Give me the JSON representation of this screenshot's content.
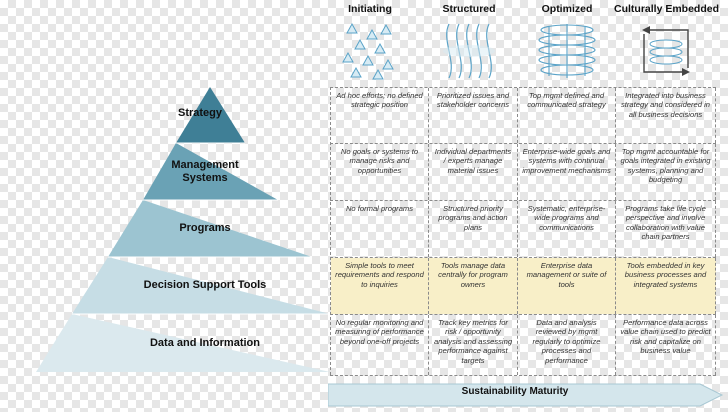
{
  "pyramid": {
    "tiers": [
      {
        "label": "Strategy",
        "color": "#3f7f96"
      },
      {
        "label": "Management Systems",
        "color": "#6aa2b5"
      },
      {
        "label": "Programs",
        "color": "#9cc4d1"
      },
      {
        "label": "Decision Support Tools",
        "color": "#c6dde5"
      },
      {
        "label": "Data and Information",
        "color": "#dbe9ee"
      }
    ]
  },
  "columns": [
    {
      "label": "Initiating",
      "icon": "scattered-triangles-icon"
    },
    {
      "label": "Structured",
      "icon": "aligned-waves-icon"
    },
    {
      "label": "Optimized",
      "icon": "spiral-coil-icon"
    },
    {
      "label": "Culturally Embedded",
      "icon": "cycle-arrows-icon"
    }
  ],
  "rows": [
    [
      "Ad hoc efforts; no defined strategic position",
      "Prioritized issues and stakeholder concerns",
      "Top mgmt defined and communicated strategy",
      "Integrated into business strategy and considered in all business decisions"
    ],
    [
      "No goals or systems to manage risks and opportunities",
      "Individual departments / experts manage material issues",
      "Enterprise-wide goals and systems with continual improvement mechanisms",
      "Top mgmt accountable for goals integrated in existing systems, planning and budgeting"
    ],
    [
      "No formal programs",
      "Structured priority programs and action plans",
      "Systematic, enterprise-wide programs and communications",
      "Programs take life cycle perspective and involve collaboration with value chain partners"
    ],
    [
      "Simple tools to meet requirements and respond to inquiries",
      "Tools manage data centrally for program owners",
      "Enterprise data management or suite of tools",
      "Tools embedded in key business processes and integrated systems"
    ],
    [
      "No regular monitoring and measuring of performance beyond one-off projects",
      "Track key metrics for risk / opportunity analysis and assessing performance against targets",
      "Data and analysis reviewed by mgmt regularly to optimize processes and performance",
      "Performance data across value chain used to predict risk and capitalize on business value"
    ]
  ],
  "highlight_row_color": "#f8efc8",
  "maturity_arrow": {
    "label": "Sustainability Maturity",
    "color": "#d4e6ec"
  }
}
